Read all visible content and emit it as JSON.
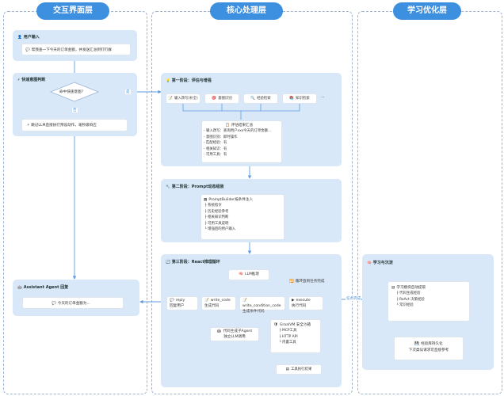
{
  "columns": {
    "interaction": "交互界面层",
    "core": "核心处理层",
    "learning": "学习优化层"
  },
  "user_input": {
    "title": "用户输入",
    "text": "帮我查一下今天的订单金额，并发送汇总到钉钉群"
  },
  "quick_intent": {
    "title": "快速意图判断",
    "decision": "命中快速意图?",
    "yes_label": "是",
    "no_label": "否",
    "action": "跳过LLM直接执行预设动作，毫秒级响应"
  },
  "reply": {
    "title": "Assistant Agent 回复",
    "text": "今天的订单金额为..."
  },
  "stage1": {
    "title": "第一阶段：评估与增强",
    "items": [
      "输入改写(补全)",
      "意图识别",
      "经验检索",
      "知识检索"
    ],
    "more": "···",
    "summary_title": "评估结果汇总",
    "summary_lines": [
      "- 输入改写：查询用户xxx今天的订单金额...",
      "- 意图识别：即时操作",
      "- 匹配经验：有",
      "- 相关知识：有",
      "- 可用工具：有"
    ]
  },
  "stage2": {
    "title": "第二阶段：Prompt动态组装",
    "builder": "PromptBuilder按条件注入",
    "items": [
      "系统指令",
      "历史经验参考",
      "相关知识判断",
      "可用工具说明",
      "增强后的用户输入"
    ]
  },
  "stage3": {
    "title": "第三阶段：React推理循环",
    "llm": "LLM推理",
    "loop_label": "循环直到任务完成",
    "tools": [
      {
        "name": "reply",
        "desc": "回复用户"
      },
      {
        "name": "write_code",
        "desc": "生成代码"
      },
      {
        "name": "write_condition_code",
        "desc": "生成条件代码"
      },
      {
        "name": "execute",
        "desc": "执行代码"
      }
    ],
    "codegen_line1": "代码生成子Agent",
    "codegen_line2": "独立LLM调用",
    "sandbox_title": "GraalVM 安全沙箱",
    "sandbox_items": [
      "MCP工具",
      "HTTP API",
      "内置工具"
    ],
    "result": "工具执行结果"
  },
  "learning": {
    "title": "学习与沉淀",
    "edge_label": "任务完成",
    "extract_title": "学习模块自动提取",
    "extract_items": [
      "代码生成经验",
      "ReAct 决策经验",
      "常识经验"
    ],
    "kb_line1": "经验库持久化",
    "kb_line2": "下次类似请求可直接参考"
  },
  "colors": {
    "accent": "#3d8fe0",
    "panel": "#d8e8f8",
    "card": "#ffffff",
    "line": "#5b9be0"
  },
  "icons": [
    "user-icon",
    "lightning-icon",
    "robot-icon",
    "memo-icon",
    "bulb-icon",
    "target-icon",
    "search-icon",
    "book-icon",
    "checklist-icon",
    "wrench-icon",
    "sandbox-icon",
    "brain-icon",
    "database-icon"
  ]
}
